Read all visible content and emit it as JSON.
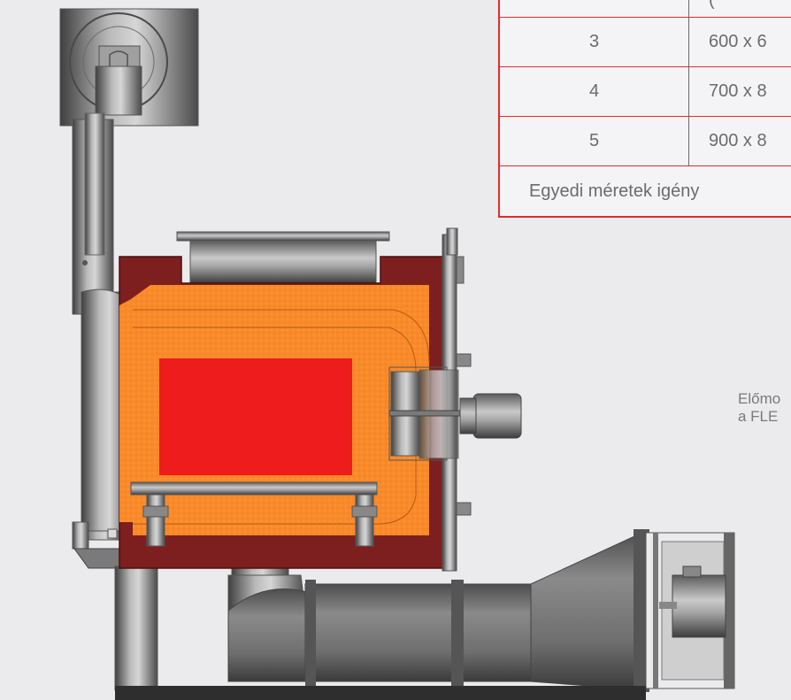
{
  "table": {
    "header_partial": "(",
    "rows": [
      {
        "num": "3",
        "size": "600 x 6"
      },
      {
        "num": "4",
        "size": "700 x 8"
      },
      {
        "num": "5",
        "size": "900 x 8"
      }
    ],
    "note": "Egyedi méretek igény"
  },
  "caption": {
    "line1": "Előmo",
    "line2": "a FLE"
  },
  "colors": {
    "background": "#ebebed",
    "table_border": "#e22b2b",
    "insulation": "#f98a2a",
    "chamber": "#ee1c1c",
    "shell": "#7d1f1f",
    "steel": "#8e8e8e"
  }
}
